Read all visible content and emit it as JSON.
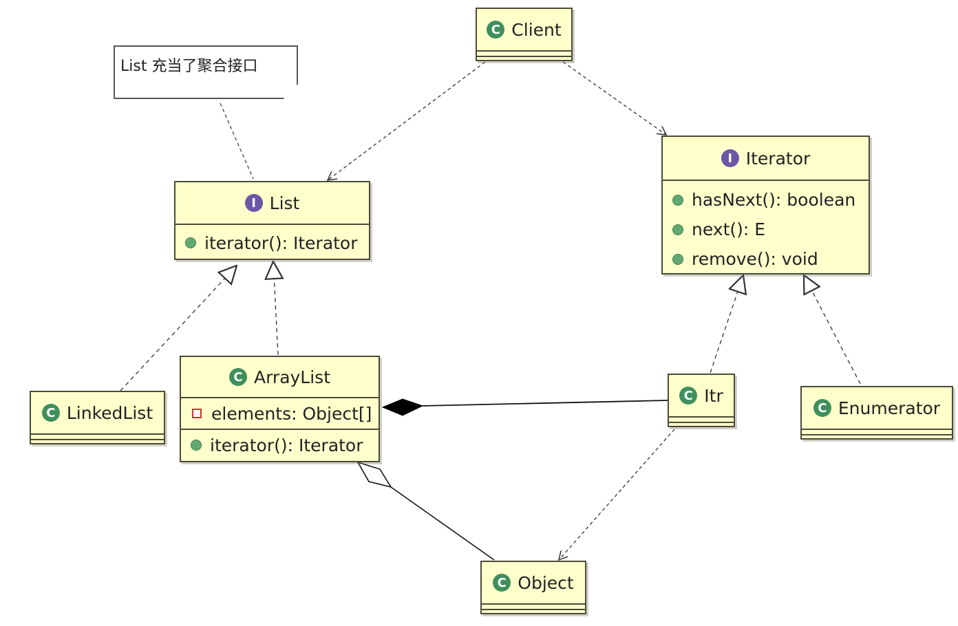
{
  "note": {
    "text": "List 充当了聚合接口"
  },
  "classes": {
    "client": {
      "name": "Client",
      "badge": "C"
    },
    "list": {
      "name": "List",
      "badge": "I",
      "methods": [
        "iterator(): Iterator"
      ]
    },
    "iterator": {
      "name": "Iterator",
      "badge": "I",
      "methods": [
        "hasNext(): boolean",
        "next(): E",
        "remove(): void"
      ]
    },
    "arraylist": {
      "name": "ArrayList",
      "badge": "C",
      "fields": [
        "elements: Object[]"
      ],
      "methods": [
        "iterator(): Iterator"
      ]
    },
    "linkedlist": {
      "name": "LinkedList",
      "badge": "C"
    },
    "itr": {
      "name": "Itr",
      "badge": "C"
    },
    "enumerator": {
      "name": "Enumerator",
      "badge": "C"
    },
    "object": {
      "name": "Object",
      "badge": "C"
    }
  },
  "colors": {
    "class_fill": "#ffffcc",
    "class_border": "#4a4a36",
    "class_badge": "#3f8f5c",
    "interface_badge": "#6b57a6",
    "public_dot": "#63a873",
    "private_marker": "#c0392b"
  }
}
